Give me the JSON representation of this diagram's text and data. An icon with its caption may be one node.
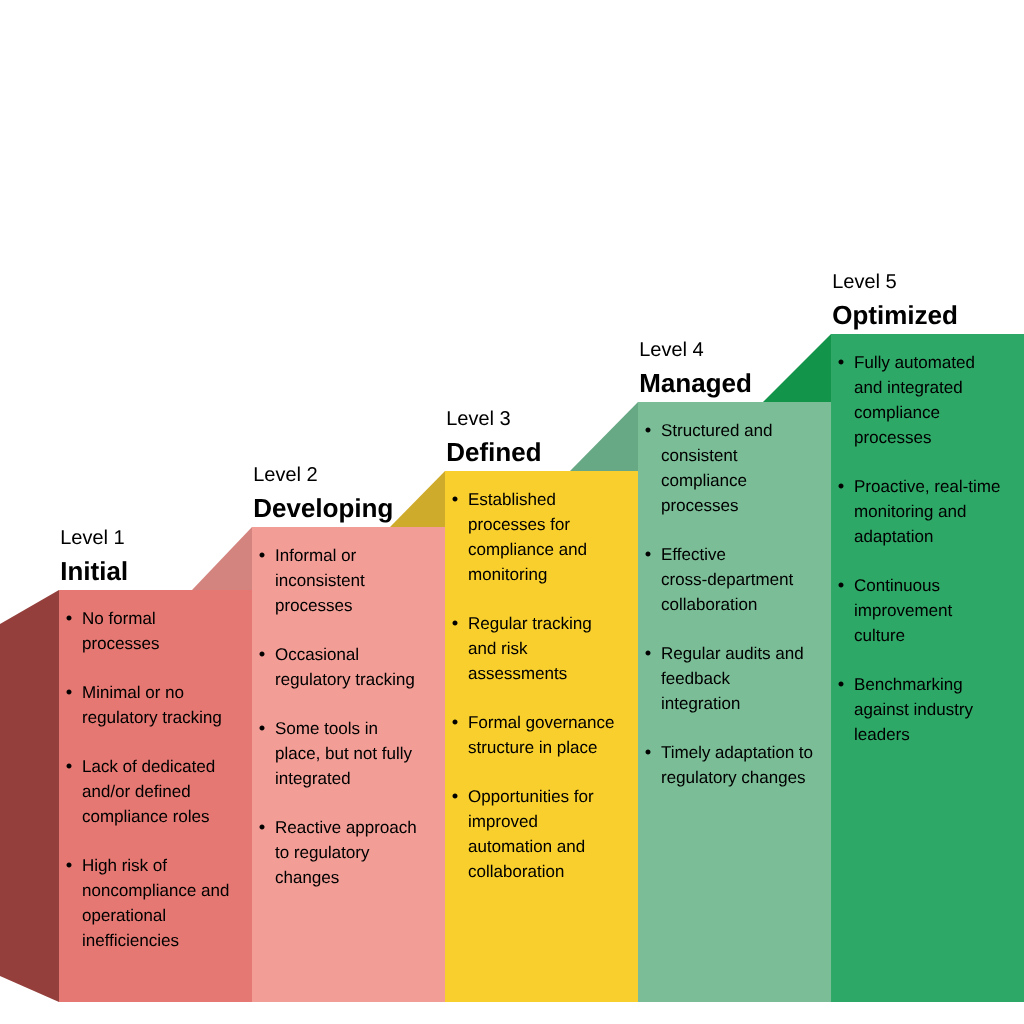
{
  "diagram": {
    "nodes": [
      {
        "text": [
          "Level 1",
          "Initial",
          "No formal processes",
          "Minimal or no regulatory tracking",
          "Lack of dedicated and/or defined compliance roles",
          "High risk of noncompliance and operational inefficiencies"
        ]
      },
      {
        "text": [
          "Level 2",
          "Developing",
          "Informal or inconsistent processes",
          "Occasional regulatory tracking",
          "Some tools in place, but not fully integrated",
          "Reactive approach to regulatory changes"
        ]
      },
      {
        "text": [
          "Level 3",
          "Defined",
          "Established processes for compliance and monitoring",
          "Regular tracking and risk assessments",
          "Formal governance structure in place",
          "Opportunities for improved automation and collaboration"
        ]
      },
      {
        "text": [
          "Level 4",
          "Managed",
          "Structured and consistent compliance processes",
          "Effective cross-department collaboration",
          "Regular audits and feedback integration",
          "Timely adaptation to regulatory changes"
        ]
      },
      {
        "text": [
          "Level 5",
          "Optimized",
          "Fully automated and integrated compliance processes",
          "Proactive, real-time monitoring and adaptation",
          "Continuous improvement culture",
          "Benchmarking against industry leaders"
        ]
      }
    ]
  }
}
